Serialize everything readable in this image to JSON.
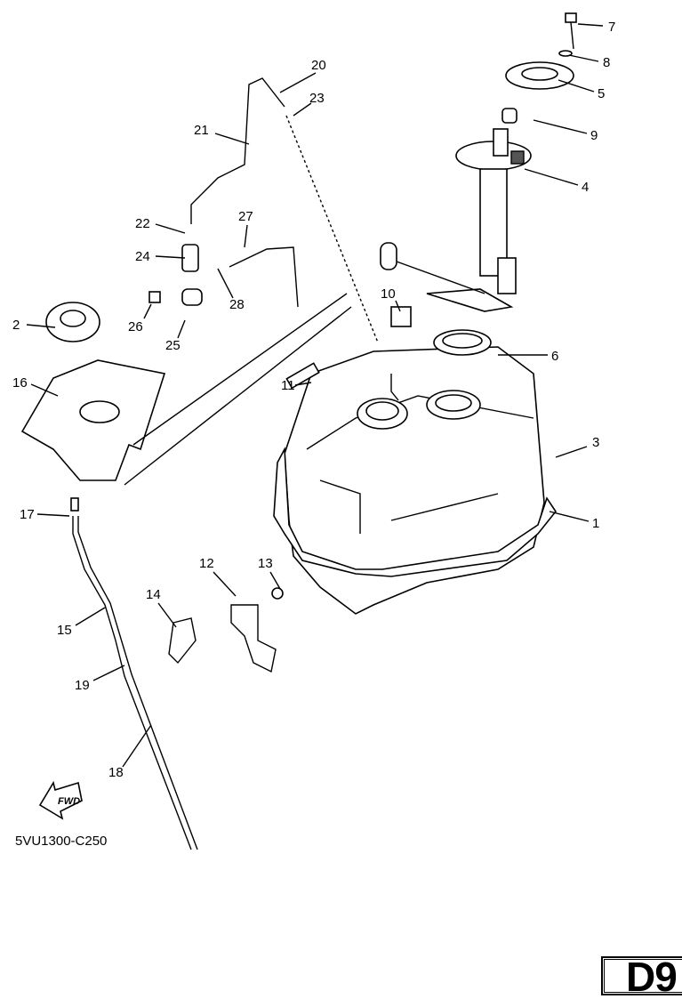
{
  "diagram": {
    "callouts": [
      "1",
      "2",
      "3",
      "4",
      "5",
      "6",
      "7",
      "8",
      "9",
      "10",
      "11",
      "12",
      "13",
      "14",
      "15",
      "16",
      "17",
      "18",
      "19",
      "20",
      "21",
      "22",
      "23",
      "24",
      "25",
      "26",
      "27",
      "28"
    ],
    "direction_arrow": "FWD",
    "diagram_code": "5VU1300-C250",
    "page_ref": "D9"
  }
}
